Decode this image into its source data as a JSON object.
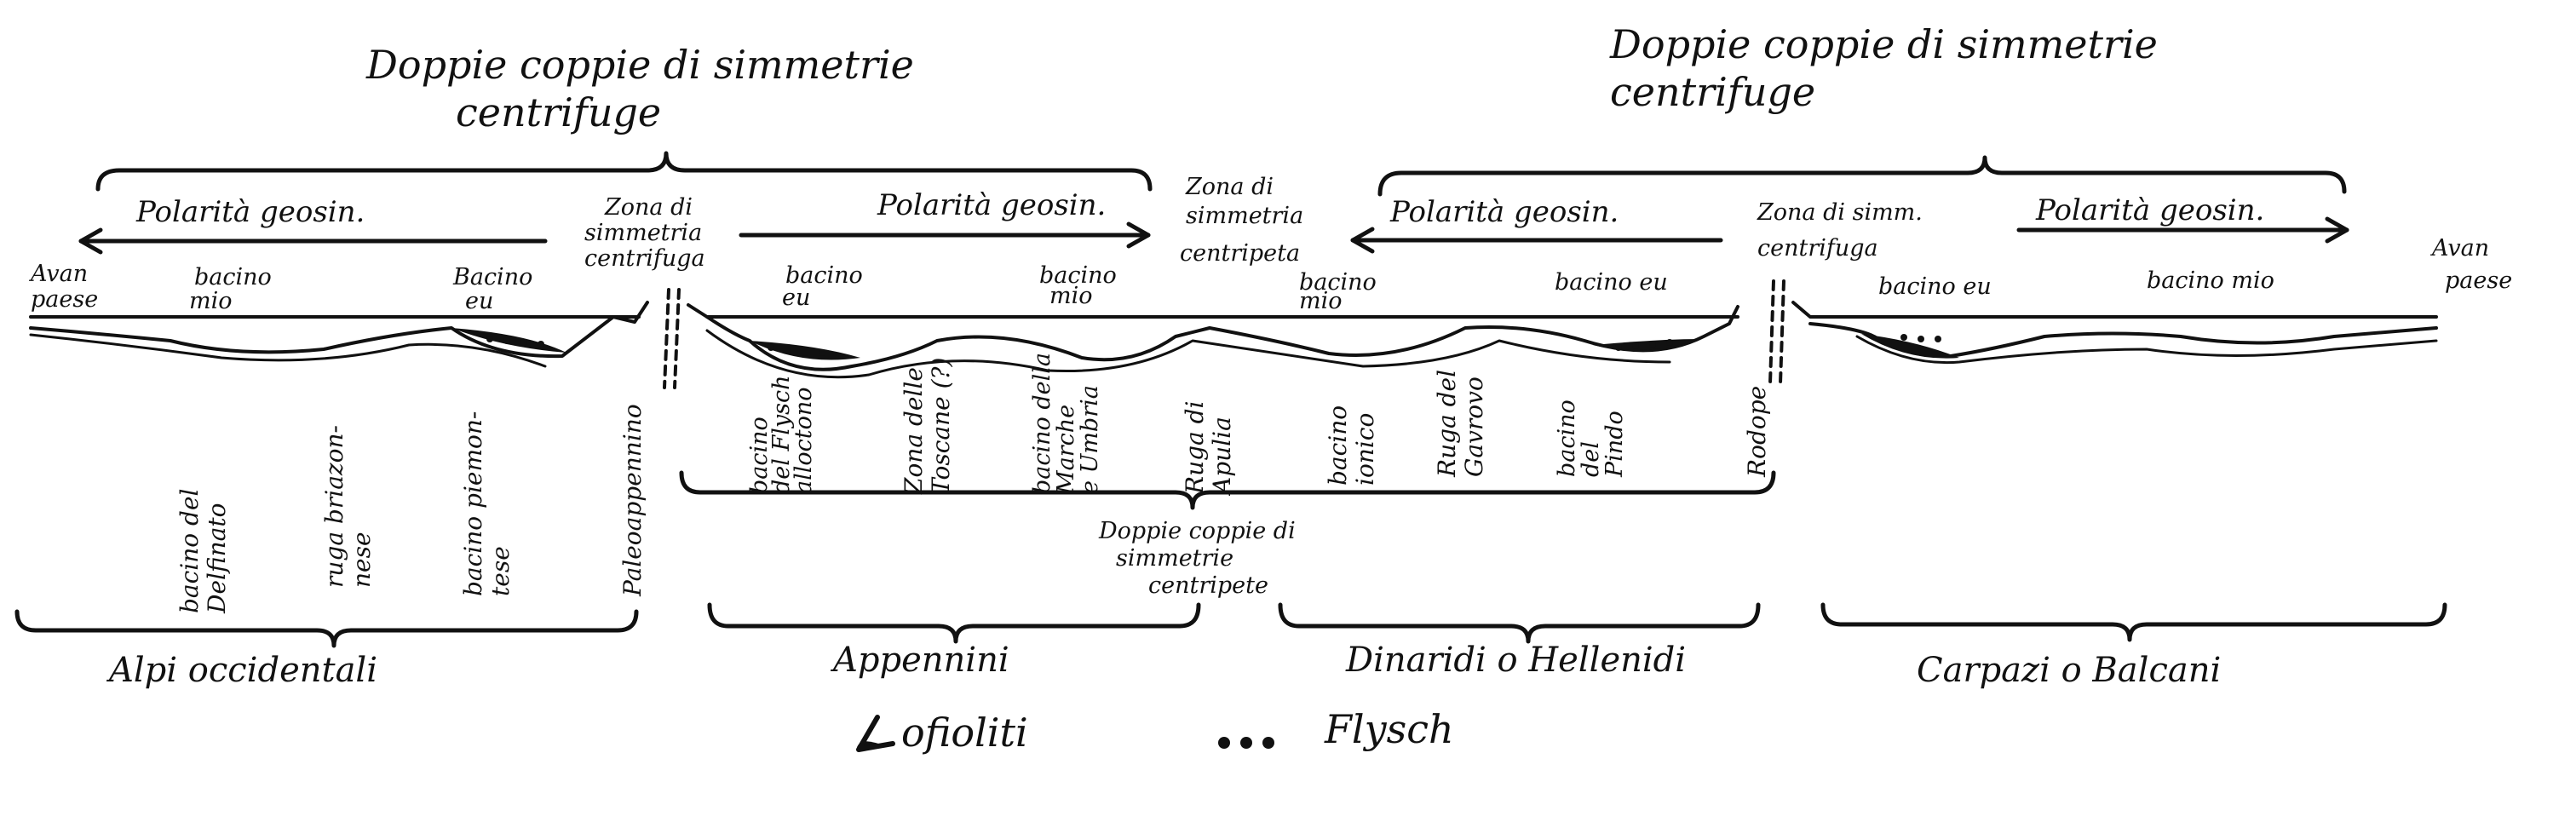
{
  "headers": {
    "left": [
      "Doppie coppie di simmetrie",
      "centrifuge"
    ],
    "right": [
      "Doppie coppie di simmetrie",
      "centrifuge"
    ],
    "middle": [
      "Doppie coppie di",
      "simmetrie",
      "centripete"
    ]
  },
  "polarity_labels": [
    "Polarità geosin.",
    "Polarità geosin.",
    "Polarità geosin.",
    "Polarità geosin."
  ],
  "zone_labels": {
    "centrifuga_left": [
      "Zona di",
      "simmetria",
      "centrifuga"
    ],
    "centripeta": [
      "Zona di",
      "simmetria",
      "centripeta"
    ],
    "centrifuga_right": [
      "Zona di simm.",
      "centrifuga"
    ]
  },
  "avanpaese_label": [
    "Avan",
    "paese"
  ],
  "basin_labels": {
    "alpi_mio": [
      "bacino",
      "mio"
    ],
    "alpi_eu": [
      "Bacino",
      "eu"
    ],
    "app_eu": [
      "bacino",
      "eu"
    ],
    "app_mio": [
      "bacino",
      "mio"
    ],
    "din_mio": [
      "bacino",
      "mio"
    ],
    "din_eu": [
      "bacino eu"
    ],
    "carp_eu": [
      "bacino eu"
    ],
    "carp_mio": [
      "bacino mio"
    ]
  },
  "vertical_labels": [
    [
      "bacino del",
      "Delfinato"
    ],
    [
      "ruga briazon-",
      "nese"
    ],
    [
      "bacino piemon-",
      "tese"
    ],
    [
      "Paleoappennino"
    ],
    [
      "bacino",
      "del Flysch",
      "alloctono"
    ],
    [
      "Zona delle",
      "Toscane (?)"
    ],
    [
      "bacino della",
      "Marche",
      "e Umbria"
    ],
    [
      "Ruga di",
      "Apulia"
    ],
    [
      "bacino",
      "ionico"
    ],
    [
      "Ruga del",
      "Gavrovo"
    ],
    [
      "bacino",
      "del",
      "Pindo"
    ],
    [
      "Rodope"
    ]
  ],
  "regions": [
    "Alpi occidentali",
    "Appennini",
    "Dinaridi o Hellenidi",
    "Carpazi o Balcani"
  ],
  "legend": {
    "ofioliti": "ofioliti",
    "flysch": "Flysch"
  }
}
